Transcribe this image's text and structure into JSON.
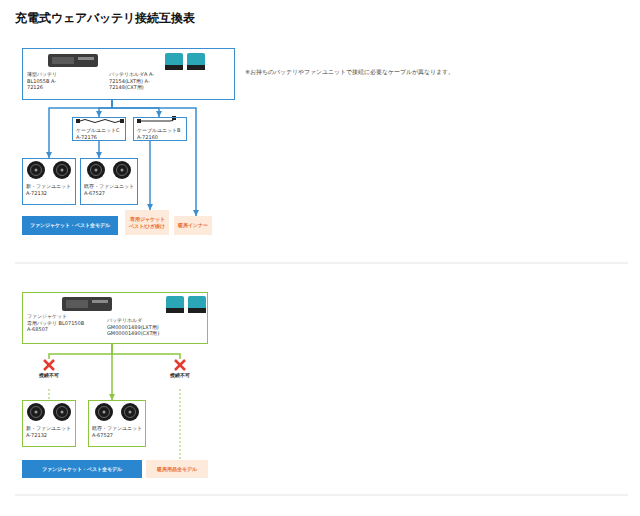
{
  "diagram": {
    "title": "充電式ウェアバッテリ接続互換表",
    "nodes": [
      {
        "text": [
          "薄型バッテリ BL1055B A-72126",
          "バッテリホルダA A-72154(LXT用) A-72148(CXT用)"
        ]
      },
      {
        "text": [
          "ケーブルユニットC A-72176"
        ]
      },
      {
        "text": [
          "ケーブルユニットB A-72160"
        ]
      },
      {
        "text": [
          "新・ファンユニット A-72132"
        ]
      },
      {
        "text": [
          "既存・ファンユニット A-67527"
        ]
      },
      {
        "text": [
          "ファンジャケット・ベスト全モデル"
        ]
      },
      {
        "text": [
          "専用ジャケット ベスト/ひざ掛け"
        ]
      },
      {
        "text": [
          "暖房インナー"
        ]
      },
      {
        "text": [
          "ファンジャケット 専用バッテリ BL07150B A-68507",
          "バッテリホルダ GM00001489(LXT用) GM00001490(CXT用)"
        ]
      },
      {
        "text": [
          "新・ファンユニット A-72132"
        ]
      },
      {
        "text": [
          "既存・ファンユニット A-67527"
        ]
      },
      {
        "text": [
          "ファンジャケット・ベスト全モデル"
        ]
      },
      {
        "text": [
          "暖房用品全モデル"
        ]
      }
    ],
    "edges": [
      {
        "from": 0,
        "to": 3,
        "arrow": "to"
      },
      {
        "from": 0,
        "to": 1,
        "arrow": "to"
      },
      {
        "from": 0,
        "to": 2,
        "arrow": "to"
      },
      {
        "from": 0,
        "to": 7,
        "arrow": "to"
      },
      {
        "from": 1,
        "to": 4,
        "arrow": "to"
      },
      {
        "from": 2,
        "to": 6,
        "arrow": "to"
      },
      {
        "from": 8,
        "to": 9,
        "arrow": "none"
      },
      {
        "from": 8,
        "to": 10,
        "arrow": "to"
      },
      {
        "from": 8,
        "to": 12,
        "arrow": "none"
      }
    ],
    "labels": [
      "※お持ちのバッテリやファンユニットで接続に必要なケーブルが異なります。",
      "接続不可",
      "接続不可"
    ]
  }
}
